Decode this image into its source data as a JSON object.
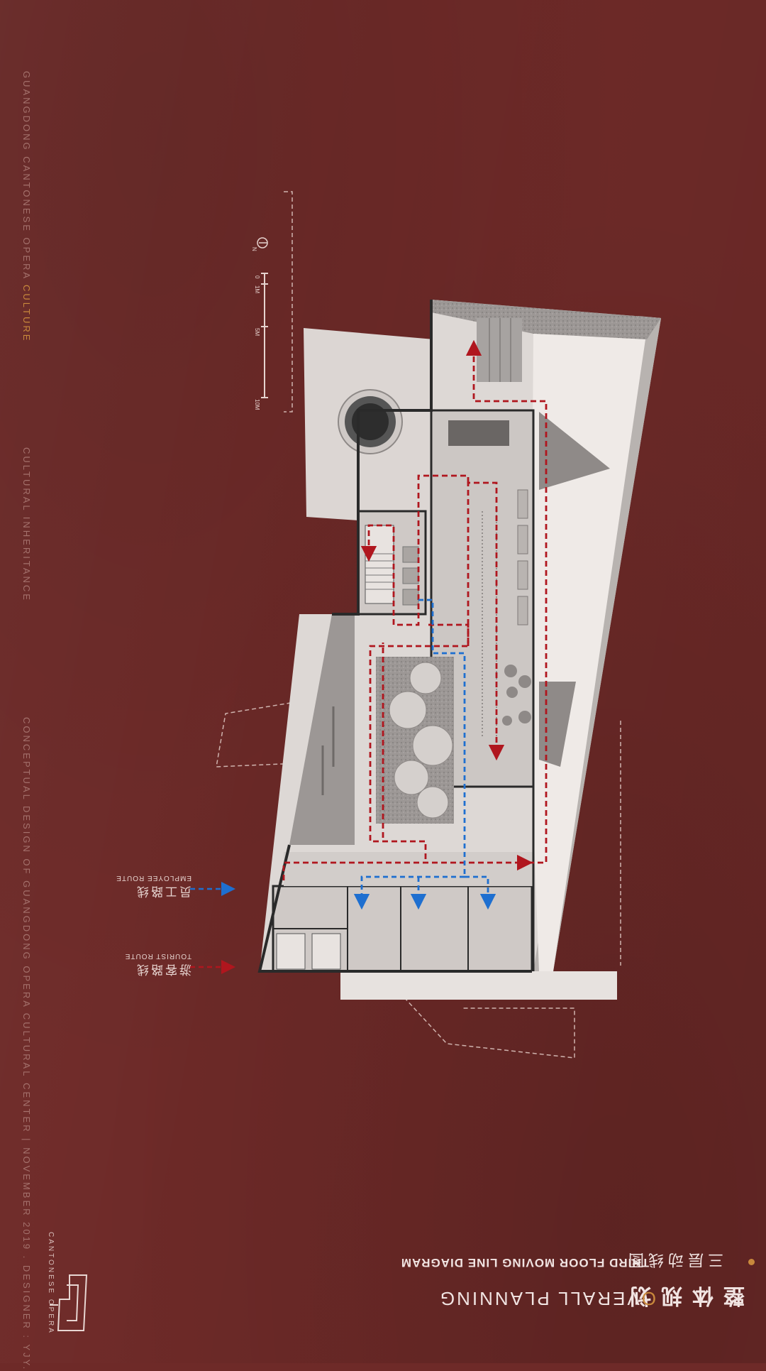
{
  "side_text": {
    "line1_pre": "GUANGDONG CANTONESE OPERA ",
    "line1_hl": "CULTURE",
    "line2": "CULTURAL INHERITANCE",
    "line3_pre": "CONCEPTUAL DESIGN OF ",
    "line3_hl": "GUANGDONG OPERA CULTURAL",
    "line3_post": " CENTER | NOVEMBER 2019 . DESIGNER : YJY."
  },
  "logo": {
    "text": "CANTONESE OPERA"
  },
  "title": {
    "zh_main": "整体规划",
    "en_main_first": "O",
    "en_main_rest": "VERALL PLANNING",
    "zh_sub": "三层动线图",
    "en_sub": "THIRD FLOOR MOVING LINE DIAGRAM"
  },
  "legend": {
    "employee_zh": "员工路线",
    "employee_en": "EMPLOYEE ROUTE",
    "tourist_zh": "游客路线",
    "tourist_en": "TOURIST ROUTE"
  },
  "scale_bar": {
    "labels": [
      "0",
      "1M",
      "5M",
      "10M"
    ],
    "north": "N"
  },
  "colors": {
    "background": "#6e2a28",
    "tourist_route": "#b0161e",
    "employee_route": "#1e6fd0",
    "accent": "#c9893c",
    "plan_light": "#e9e3e0",
    "wall": "#2a2a2a"
  }
}
